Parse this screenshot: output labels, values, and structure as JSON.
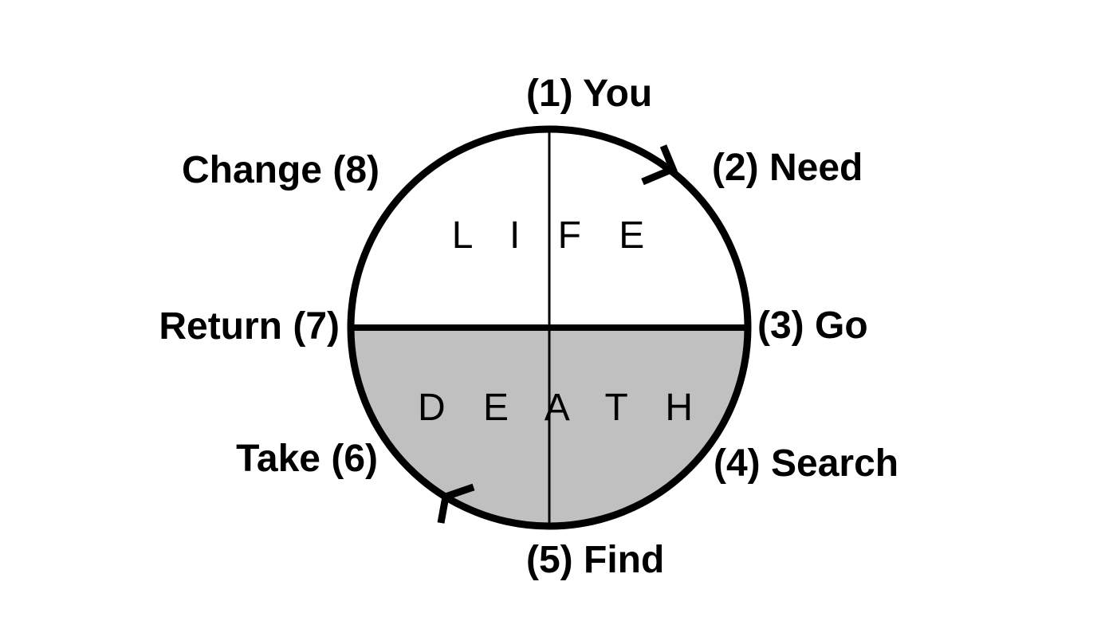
{
  "colors": {
    "background": "#ffffff",
    "line": "#000000",
    "death_fill": "#c0c0c0",
    "life_fill": "#ffffff"
  },
  "halves": {
    "top": "L I F E",
    "bottom": "D E A T H"
  },
  "stages": [
    {
      "label": "(1) You"
    },
    {
      "label": "(2) Need"
    },
    {
      "label": "(3) Go"
    },
    {
      "label": "(4) Search"
    },
    {
      "label": "(5) Find"
    },
    {
      "label": "Take (6)"
    },
    {
      "label": "Return (7)"
    },
    {
      "label": "Change (8)"
    }
  ],
  "arrows": [
    {
      "name": "clockwise-arrow-top-right-icon",
      "direction": "clockwise"
    },
    {
      "name": "clockwise-arrow-bottom-left-icon",
      "direction": "clockwise"
    }
  ]
}
